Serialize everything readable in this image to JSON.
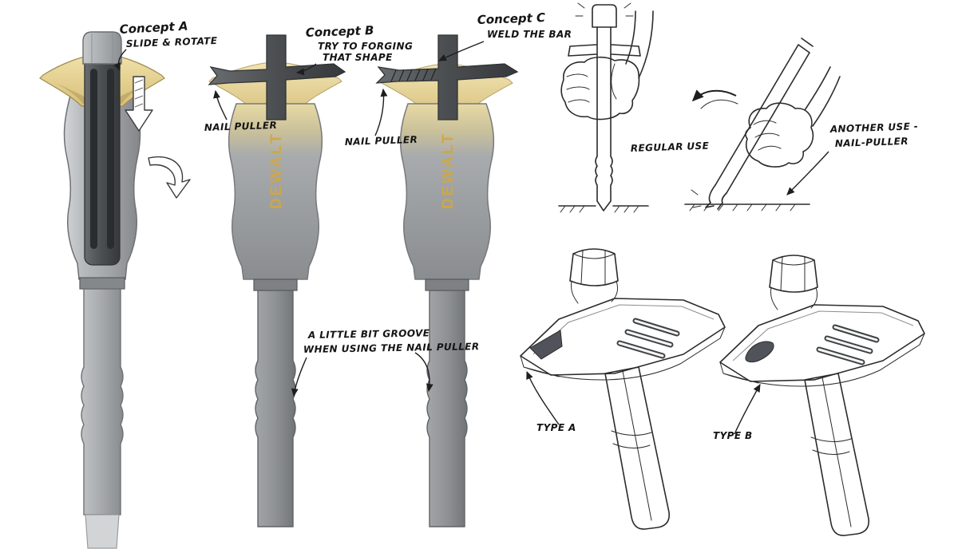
{
  "page": {
    "background": "#ffffff",
    "ink": "#2b2b2b",
    "accent_yellow": "#e7d494",
    "metal_gray": "#a8abae",
    "dark_metal": "#4f5255"
  },
  "brand": "DEWALT",
  "concepts": [
    {
      "label": "Concept A",
      "notes": [
        "SLIDE & ROTATE"
      ]
    },
    {
      "label": "Concept B",
      "notes": [
        "TRY TO FORGING",
        "THAT SHAPE"
      ]
    },
    {
      "label": "Concept C",
      "notes": [
        "WELD THE BAR"
      ]
    }
  ],
  "callouts": {
    "nail_puller_b": "NAIL PULLER",
    "nail_puller_c": "NAIL PULLER",
    "groove_note": [
      "A LITTLE BIT GROOVE",
      "WHEN USING THE NAIL PULLER"
    ],
    "regular_use": "REGULAR USE",
    "another_use": [
      "ANOTHER USE -",
      "NAIL-PULLER"
    ],
    "type_a": "TYPE A",
    "type_b": "TYPE B"
  }
}
